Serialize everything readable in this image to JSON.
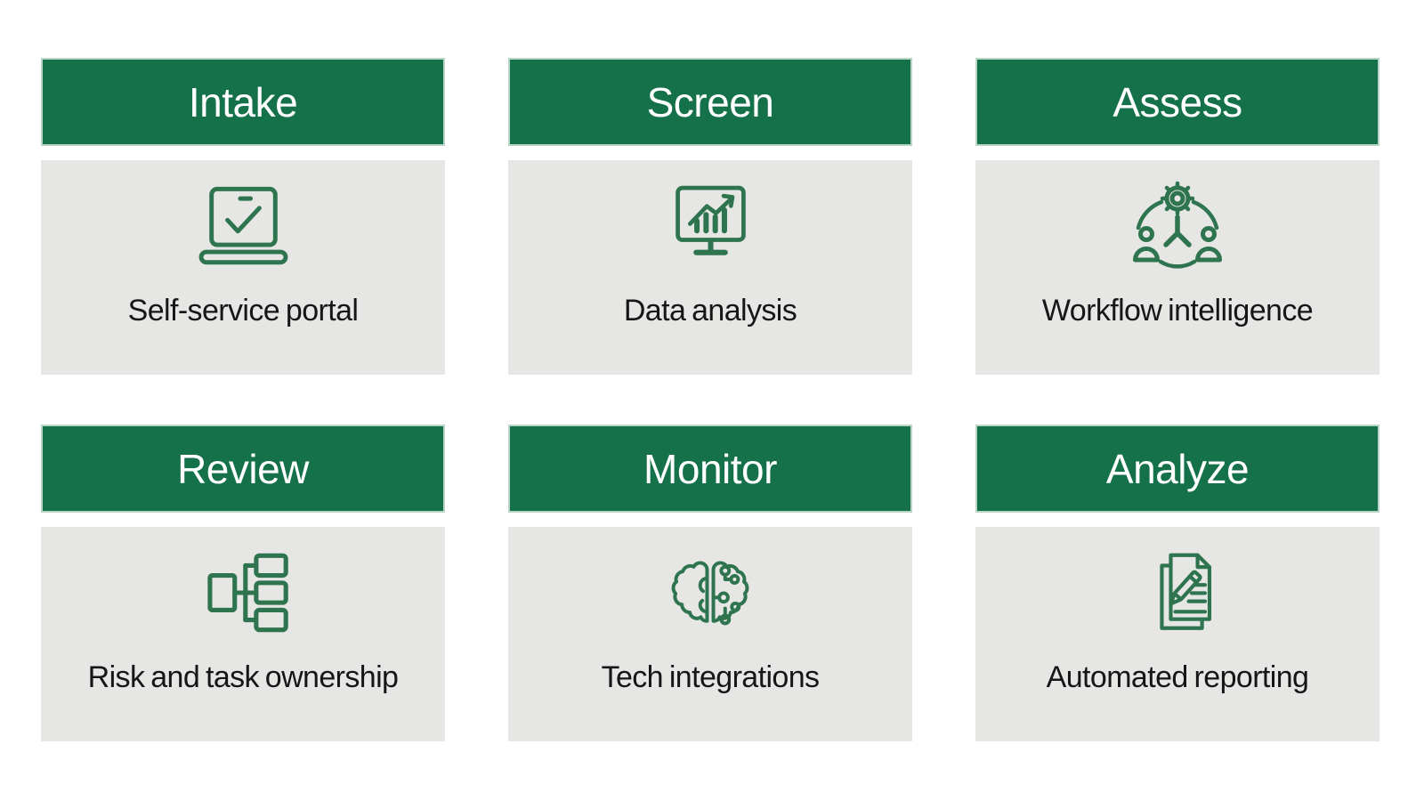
{
  "colors": {
    "header_green": "#14714A",
    "header_border": "#B7D4C4",
    "header_text": "#FFFFFF",
    "panel_gray": "#E6E6E5",
    "icon_green": "#2E744E",
    "text_dark": "#161616"
  },
  "panels": [
    {
      "title": "Intake",
      "caption": "Self-service portal",
      "icon": "laptop-check-icon"
    },
    {
      "title": "Screen",
      "caption": "Data analysis",
      "icon": "monitor-chart-icon"
    },
    {
      "title": "Assess",
      "caption": "Workflow intelligence",
      "icon": "gear-people-icon"
    },
    {
      "title": "Review",
      "caption": "Risk and task ownership",
      "icon": "org-chart-icon"
    },
    {
      "title": "Monitor",
      "caption": "Tech integrations",
      "icon": "ai-brain-icon"
    },
    {
      "title": "Analyze",
      "caption": "Automated reporting",
      "icon": "report-pencil-icon"
    }
  ]
}
